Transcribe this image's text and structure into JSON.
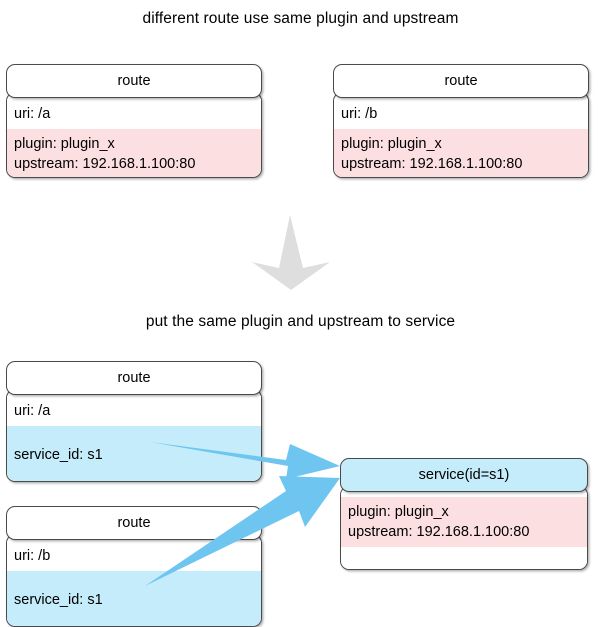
{
  "headings": {
    "top": "different route use same plugin and upstream",
    "middle": "put the same plugin and upstream to service"
  },
  "colors": {
    "plugin_block": "#fcdfe1",
    "service_block": "#c5ecfa",
    "arrow": "#6ec6f0",
    "down_arrow": "#dedede",
    "border": "#4a4a4a",
    "background": "#ffffff"
  },
  "top_section": {
    "route_a": {
      "title": "route",
      "uri": "uri: /a",
      "plugin": "plugin: plugin_x",
      "upstream": "upstream: 192.168.1.100:80"
    },
    "route_b": {
      "title": "route",
      "uri": "uri: /b",
      "plugin": "plugin: plugin_x",
      "upstream": "upstream: 192.168.1.100:80"
    }
  },
  "bottom_section": {
    "route_a": {
      "title": "route",
      "uri": "uri: /a",
      "service_id": "service_id: s1"
    },
    "route_b": {
      "title": "route",
      "uri": "uri: /b",
      "service_id": "service_id: s1"
    },
    "service": {
      "title": "service(id=s1)",
      "plugin": "plugin: plugin_x",
      "upstream": "upstream: 192.168.1.100:80"
    }
  },
  "icons": {
    "transform_arrow": "down-arrow-icon",
    "link_arrow_upper": "arrow-route-a-to-service-icon",
    "link_arrow_lower": "arrow-route-b-to-service-icon"
  }
}
